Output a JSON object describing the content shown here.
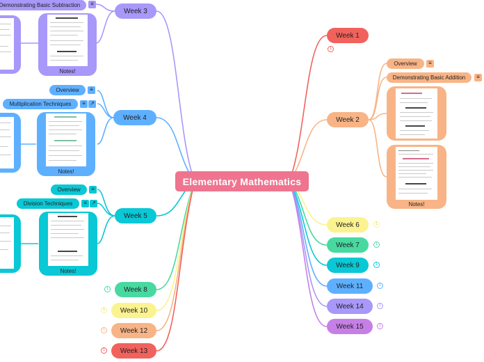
{
  "root": {
    "title": "Elementary Mathematics"
  },
  "weeks": {
    "w1": "Week 1",
    "w2": "Week 2",
    "w3": "Week 3",
    "w4": "Week 4",
    "w5": "Week 5",
    "w6": "Week 6",
    "w7": "Week 7",
    "w8": "Week 8",
    "w9": "Week 9",
    "w10": "Week 10",
    "w11": "Week 11",
    "w12": "Week 12",
    "w13": "Week 13",
    "w14": "Week 14",
    "w15": "Week 15"
  },
  "week2": {
    "overview": "Overview",
    "topic": "Demonstrating Basic Addition",
    "notes": "Notes!"
  },
  "week3": {
    "topic": "Demonstrating Basic Subtraction",
    "notes": "Notes!"
  },
  "week4": {
    "overview": "Overview",
    "topic": "Multiplication Techniques",
    "notes": "Notes!"
  },
  "week5": {
    "overview": "Overview",
    "topic": "Division Techniques",
    "notes": "Notes!"
  },
  "colors": {
    "root": "#ef7490",
    "red": "#f1625c",
    "orange": "#f8b486",
    "yellow": "#fbf38f",
    "green": "#48d9a1",
    "teal": "#0ac8d5",
    "blue": "#5eb0ff",
    "lavender": "#a798f9",
    "purple": "#c77fe8"
  }
}
